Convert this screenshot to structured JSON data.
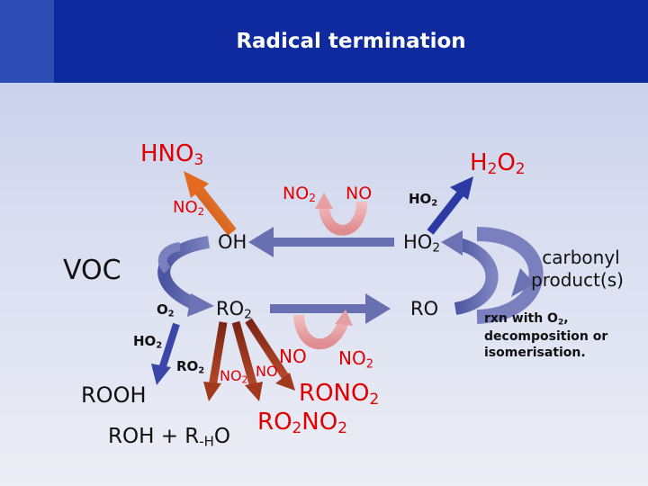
{
  "title": "Radical termination",
  "species": {
    "hno3": "HNO",
    "hno3_sub": "3",
    "h2o2_a": "H",
    "h2o2_sub1": "2",
    "h2o2_b": "O",
    "h2o2_sub2": "2",
    "no2_left": "NO",
    "no2_left_sub": "2",
    "no2_top": "NO",
    "no2_top_sub": "2",
    "no_top": "NO",
    "ho2_top": "HO",
    "ho2_top_sub": "2",
    "oh": "OH",
    "ho2_mid": "HO",
    "ho2_mid_sub": "2",
    "voc": "VOC",
    "o2": "O",
    "o2_sub": "2",
    "ro2_main": "RO",
    "ro2_main_sub": "2",
    "ro": "RO",
    "ho2_left": "HO",
    "ho2_left_sub": "2",
    "ro2_small": "RO",
    "ro2_small_sub": "2",
    "no2_small": "NO",
    "no2_small_sub": "2",
    "no_small": "NO",
    "no_bottom": "NO",
    "no2_bottom": "NO",
    "no2_bottom_sub": "2",
    "rono2_a": "RONO",
    "rono2_sub": "2",
    "ro2no2_a": "RO",
    "ro2no2_sub1": "2",
    "ro2no2_b": "NO",
    "ro2no2_sub2": "2",
    "rooh": "ROOH",
    "roh_a": "ROH + R",
    "roh_sub": "-H",
    "roh_b": "O",
    "carbonyl_1": "carbonyl",
    "carbonyl_2": "product(s)",
    "rxn_1a": "rxn with O",
    "rxn_1sub": "2",
    "rxn_1b": ",",
    "rxn_2": "decomposition or",
    "rxn_3": "isomerisation."
  },
  "colors": {
    "header": "#0e2a9e",
    "main_arrow": "#5a63a8",
    "orange_arrow": "#e46a1f",
    "brown_arrow": "#8a2e1a",
    "pink_arrow": "#e6a0a3",
    "red_text": "#e00000"
  }
}
